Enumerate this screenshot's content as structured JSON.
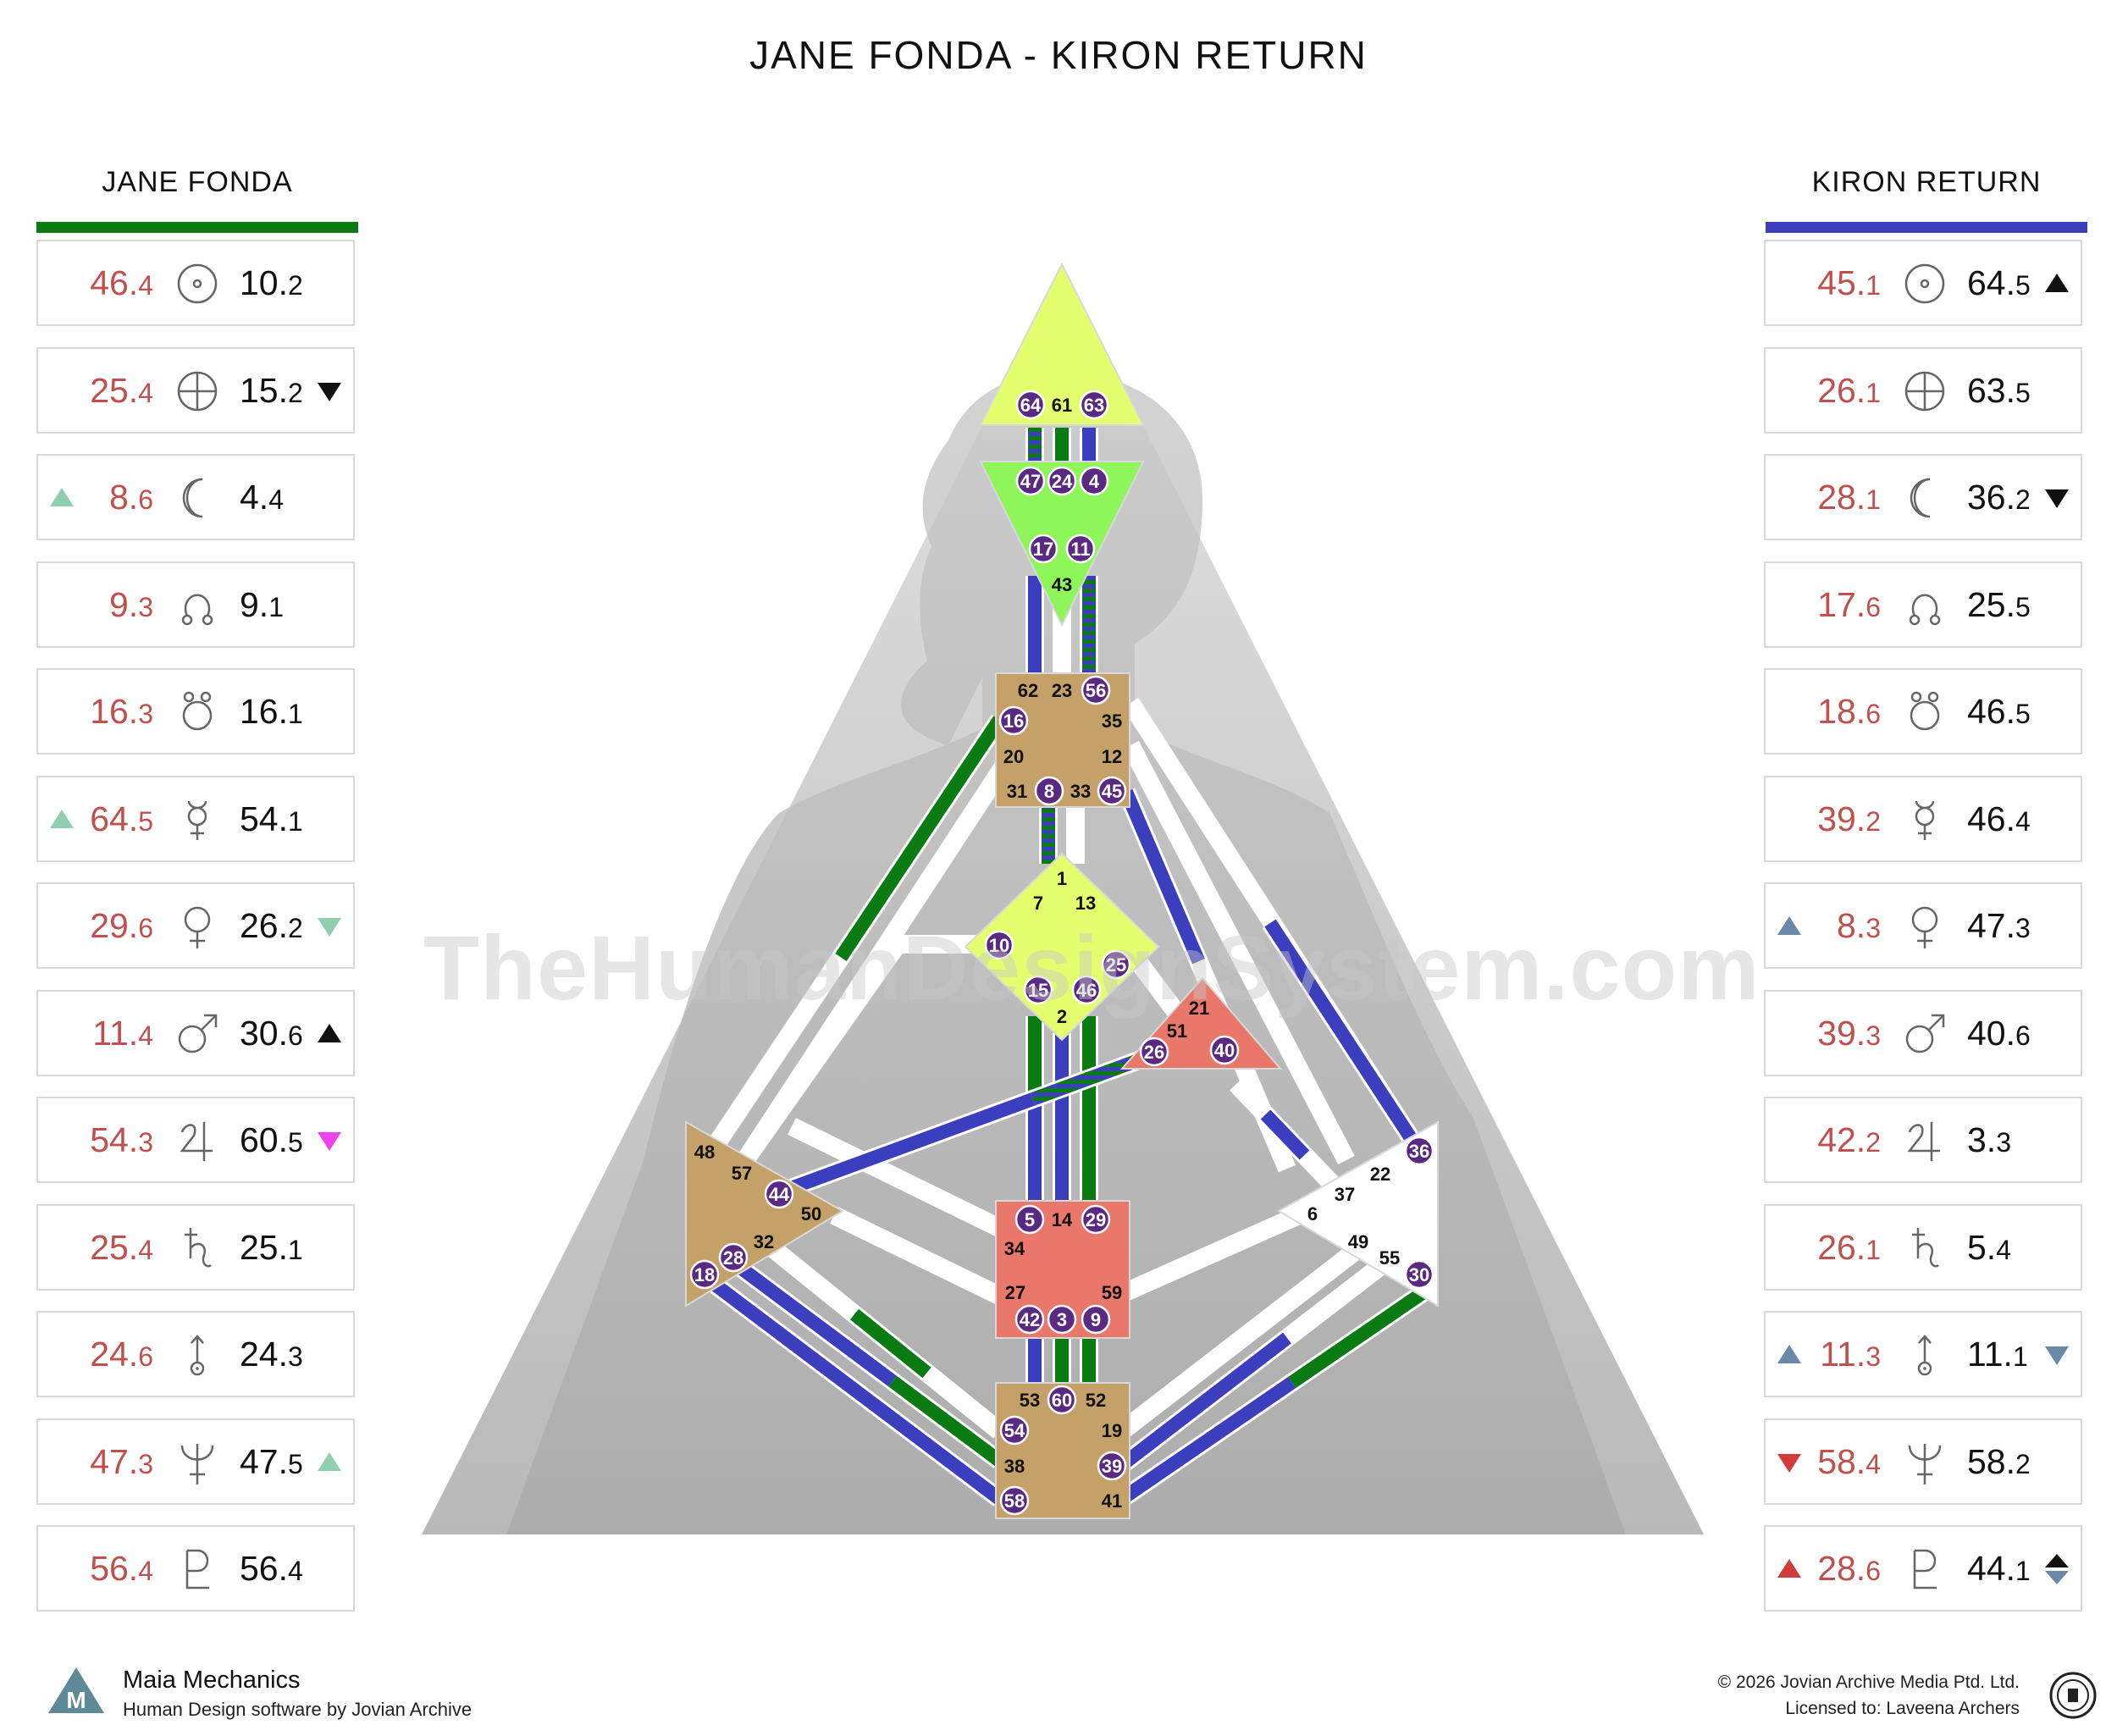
{
  "title": "JANE FONDA - KIRON RETURN",
  "watermark": "TheHumanDesignSystem.com",
  "colors": {
    "design_green": "#0a7a12",
    "personality_blue": "#3b3fbe",
    "head_center": "#e4ff6e",
    "ajna_center": "#8ef55a",
    "brown_center": "#c4a168",
    "red_center": "#e9776a",
    "white_center": "#ffffff",
    "gate_circle": "#5a2a82",
    "activation_red": "#c0504d",
    "triangle_teal": "#8fcfb0",
    "triangle_slate": "#6a88a8",
    "triangle_pink": "#ee44ee",
    "triangle_red": "#d23b3b"
  },
  "left_panel": {
    "heading": "JANE FONDA",
    "rows": [
      {
        "planet": "sun-icon",
        "a1": "46.",
        "a1d": "4",
        "a2": "10.",
        "a2d": "2",
        "left_arrow": "",
        "right_arrow": ""
      },
      {
        "planet": "earth-icon",
        "a1": "25.",
        "a1d": "4",
        "a2": "15.",
        "a2d": "2",
        "left_arrow": "",
        "right_arrow": "down-black"
      },
      {
        "planet": "moon-icon",
        "a1": "8.",
        "a1d": "6",
        "a2": "4.",
        "a2d": "4",
        "left_arrow": "up-teal",
        "right_arrow": ""
      },
      {
        "planet": "north-node-icon",
        "a1": "9.",
        "a1d": "3",
        "a2": "9.",
        "a2d": "1",
        "left_arrow": "",
        "right_arrow": ""
      },
      {
        "planet": "south-node-icon",
        "a1": "16.",
        "a1d": "3",
        "a2": "16.",
        "a2d": "1",
        "left_arrow": "",
        "right_arrow": ""
      },
      {
        "planet": "mercury-icon",
        "a1": "64.",
        "a1d": "5",
        "a2": "54.",
        "a2d": "1",
        "left_arrow": "up-teal",
        "right_arrow": ""
      },
      {
        "planet": "venus-icon",
        "a1": "29.",
        "a1d": "6",
        "a2": "26.",
        "a2d": "2",
        "left_arrow": "",
        "right_arrow": "down-teal"
      },
      {
        "planet": "mars-icon",
        "a1": "11.",
        "a1d": "4",
        "a2": "30.",
        "a2d": "6",
        "left_arrow": "",
        "right_arrow": "up-black"
      },
      {
        "planet": "jupiter-icon",
        "a1": "54.",
        "a1d": "3",
        "a2": "60.",
        "a2d": "5",
        "left_arrow": "",
        "right_arrow": "down-pink"
      },
      {
        "planet": "saturn-icon",
        "a1": "25.",
        "a1d": "4",
        "a2": "25.",
        "a2d": "1",
        "left_arrow": "",
        "right_arrow": ""
      },
      {
        "planet": "uranus-icon",
        "a1": "24.",
        "a1d": "6",
        "a2": "24.",
        "a2d": "3",
        "left_arrow": "",
        "right_arrow": ""
      },
      {
        "planet": "neptune-icon",
        "a1": "47.",
        "a1d": "3",
        "a2": "47.",
        "a2d": "5",
        "left_arrow": "",
        "right_arrow": "up-teal"
      },
      {
        "planet": "pluto-icon",
        "a1": "56.",
        "a1d": "4",
        "a2": "56.",
        "a2d": "4",
        "left_arrow": "",
        "right_arrow": ""
      }
    ]
  },
  "right_panel": {
    "heading": "KIRON RETURN",
    "rows": [
      {
        "planet": "sun-icon",
        "a1": "45.",
        "a1d": "1",
        "a2": "64.",
        "a2d": "5",
        "left_arrow": "",
        "right_arrow": "up-black"
      },
      {
        "planet": "earth-icon",
        "a1": "26.",
        "a1d": "1",
        "a2": "63.",
        "a2d": "5",
        "left_arrow": "",
        "right_arrow": ""
      },
      {
        "planet": "moon-icon",
        "a1": "28.",
        "a1d": "1",
        "a2": "36.",
        "a2d": "2",
        "left_arrow": "",
        "right_arrow": "down-black"
      },
      {
        "planet": "north-node-icon",
        "a1": "17.",
        "a1d": "6",
        "a2": "25.",
        "a2d": "5",
        "left_arrow": "",
        "right_arrow": ""
      },
      {
        "planet": "south-node-icon",
        "a1": "18.",
        "a1d": "6",
        "a2": "46.",
        "a2d": "5",
        "left_arrow": "",
        "right_arrow": ""
      },
      {
        "planet": "mercury-icon",
        "a1": "39.",
        "a1d": "2",
        "a2": "46.",
        "a2d": "4",
        "left_arrow": "",
        "right_arrow": ""
      },
      {
        "planet": "venus-icon",
        "a1": "8.",
        "a1d": "3",
        "a2": "47.",
        "a2d": "3",
        "left_arrow": "up-slate",
        "right_arrow": ""
      },
      {
        "planet": "mars-icon",
        "a1": "39.",
        "a1d": "3",
        "a2": "40.",
        "a2d": "6",
        "left_arrow": "",
        "right_arrow": ""
      },
      {
        "planet": "jupiter-icon",
        "a1": "42.",
        "a1d": "2",
        "a2": "3.",
        "a2d": "3",
        "left_arrow": "",
        "right_arrow": ""
      },
      {
        "planet": "saturn-icon",
        "a1": "26.",
        "a1d": "1",
        "a2": "5.",
        "a2d": "4",
        "left_arrow": "",
        "right_arrow": ""
      },
      {
        "planet": "uranus-icon",
        "a1": "11.",
        "a1d": "3",
        "a2": "11.",
        "a2d": "1",
        "left_arrow": "up-slate",
        "right_arrow": "down-slate"
      },
      {
        "planet": "neptune-icon",
        "a1": "58.",
        "a1d": "4",
        "a2": "58.",
        "a2d": "2",
        "left_arrow": "down-red",
        "right_arrow": ""
      },
      {
        "planet": "pluto-icon",
        "a1": "28.",
        "a1d": "6",
        "a2": "44.",
        "a2d": "1",
        "left_arrow": "up-red",
        "right_arrow": "updown-black-slate"
      }
    ]
  },
  "gates": {
    "head": [
      "64",
      "61",
      "63"
    ],
    "ajna": [
      "47",
      "24",
      "4",
      "17",
      "11",
      "43"
    ],
    "throat": [
      "62",
      "23",
      "56",
      "16",
      "35",
      "20",
      "12",
      "31",
      "8",
      "33",
      "45"
    ],
    "g": [
      "1",
      "7",
      "13",
      "10",
      "25",
      "15",
      "46",
      "2"
    ],
    "ego": [
      "21",
      "51",
      "26",
      "40"
    ],
    "spleen": [
      "48",
      "57",
      "44",
      "50",
      "32",
      "18",
      "28"
    ],
    "sacral": [
      "5",
      "14",
      "29",
      "34",
      "27",
      "59",
      "42",
      "3",
      "9"
    ],
    "solar_plexus": [
      "36",
      "22",
      "37",
      "6",
      "49",
      "55",
      "30"
    ],
    "root": [
      "53",
      "60",
      "52",
      "54",
      "19",
      "38",
      "39",
      "58",
      "41"
    ]
  },
  "footer": {
    "brand": "Maia Mechanics",
    "brand_sub": "Human Design software by Jovian Archive",
    "copyright": "© 2026 Jovian Archive Media Ptd. Ltd.",
    "license": "Licensed to: Laveena Archers"
  }
}
